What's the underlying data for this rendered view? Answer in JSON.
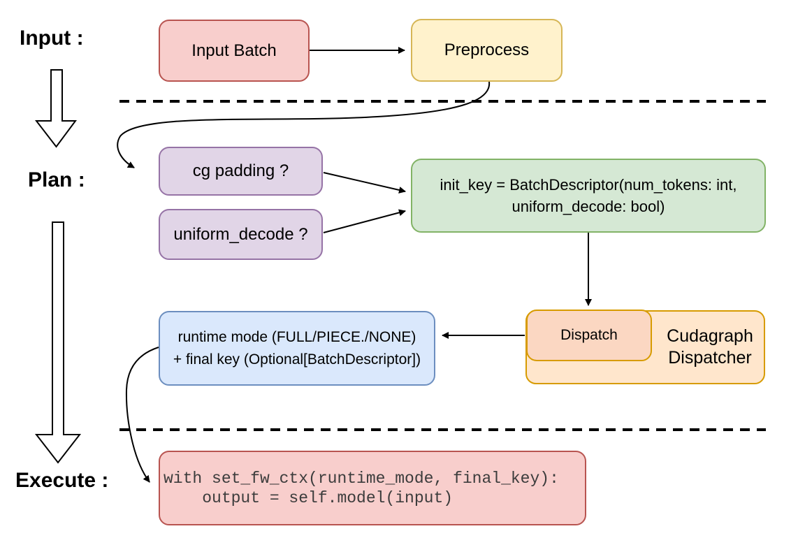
{
  "diagram": {
    "section_labels": {
      "input": "Input :",
      "plan": "Plan :",
      "execute": "Execute :"
    },
    "nodes": {
      "input_batch": {
        "label": "Input Batch"
      },
      "preprocess": {
        "label": "Preprocess"
      },
      "cg_padding": {
        "label": "cg padding ?"
      },
      "uniform_decode": {
        "label": "uniform_decode ?"
      },
      "init_key": {
        "line1": "init_key = BatchDescriptor(num_tokens: int,",
        "line2": "uniform_decode: bool)"
      },
      "dispatch": {
        "label": "Dispatch"
      },
      "cudagraph_dispatcher": {
        "line1": "Cudagraph",
        "line2": "Dispatcher"
      },
      "runtime_mode": {
        "line1": "runtime mode (FULL/PIECE./NONE)",
        "line2": "+ final key (Optional[BatchDescriptor])"
      },
      "execute_code": {
        "line1": "with set_fw_ctx(runtime_mode, final_key):",
        "line2": "    output = self.model(input)"
      }
    },
    "colors": {
      "red_fill": "#f8cecc",
      "red_stroke": "#b85450",
      "yellow_fill": "#fff2cc",
      "yellow_stroke": "#d6b656",
      "purple_fill": "#e1d5e7",
      "purple_stroke": "#9673a6",
      "green_fill": "#d5e8d4",
      "green_stroke": "#82b366",
      "blue_fill": "#dae8fc",
      "blue_stroke": "#6c8ebf",
      "orange_fill": "#ffe6cc",
      "orange_inner_fill": "#fbd7c2",
      "orange_stroke": "#d79b00",
      "arrow": "#000000",
      "code_text": "#3c3c3c"
    }
  }
}
